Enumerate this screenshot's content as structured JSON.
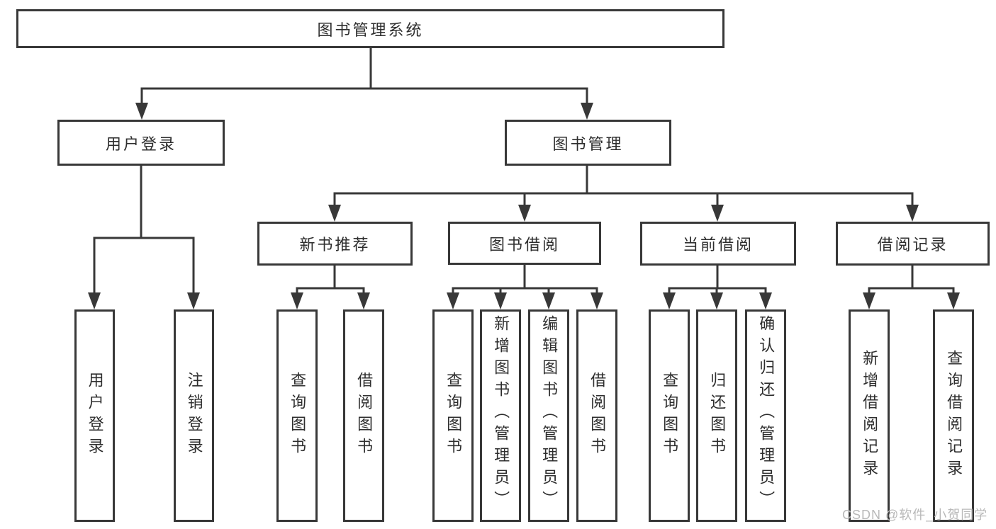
{
  "tree": {
    "label": "图书管理系统",
    "children": [
      {
        "label": "用户登录",
        "children": [
          {
            "label": "用户登录"
          },
          {
            "label": "注销登录"
          }
        ]
      },
      {
        "label": "图书管理",
        "children": [
          {
            "label": "新书推荐",
            "children": [
              {
                "label": "查询图书"
              },
              {
                "label": "借阅图书"
              }
            ]
          },
          {
            "label": "图书借阅",
            "children": [
              {
                "label": "查询图书"
              },
              {
                "label": "新增图书（管理员）"
              },
              {
                "label": "编辑图书（管理员）"
              },
              {
                "label": "借阅图书"
              }
            ]
          },
          {
            "label": "当前借阅",
            "children": [
              {
                "label": "查询图书"
              },
              {
                "label": "归还图书"
              },
              {
                "label": "确认归还（管理员）"
              }
            ]
          },
          {
            "label": "借阅记录",
            "children": [
              {
                "label": "新增借阅记录"
              },
              {
                "label": "查询借阅记录"
              }
            ]
          }
        ]
      }
    ]
  },
  "watermark": {
    "text": "CSDN @软件_小贺同学",
    "color": "#b9b9b9"
  },
  "colors": {
    "line": "#383838",
    "box_border": "#383838",
    "text": "#2e2e2e",
    "background": "#ffffff"
  }
}
